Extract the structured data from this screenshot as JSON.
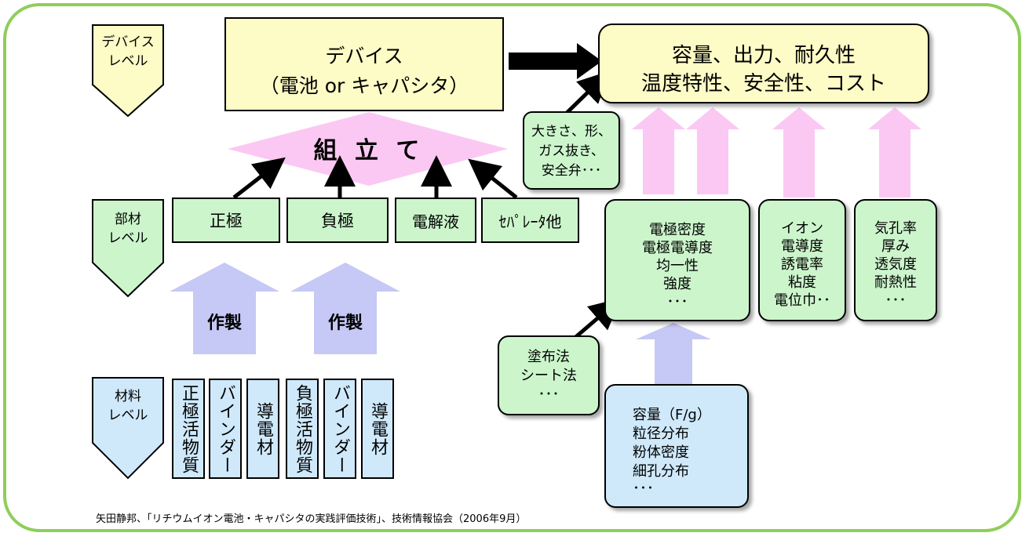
{
  "levels": {
    "device": "デバイス\nレベル",
    "member": "部材\nレベル",
    "material": "材料\nレベル"
  },
  "device_box": {
    "line1": "デバイス",
    "line2": "（電池 or キャパシタ）"
  },
  "properties_box": {
    "line1": "容量、出力、耐久性",
    "line2": "温度特性、安全性、コスト"
  },
  "assembly": "組 立 て",
  "cell_design": [
    "大きさ、形、",
    "ガス抜き、",
    "安全弁･･･"
  ],
  "components": [
    "正極",
    "負極",
    "電解液",
    "ｾﾊﾟﾚｰﾀ他"
  ],
  "fabrication_label": "作製",
  "materials": [
    "正極活物質",
    "バインダー",
    "導電材",
    "負極活物質",
    "バインダー",
    "導電材"
  ],
  "electrode_props": [
    "電極密度",
    "電極電導度",
    "均一性",
    "強度",
    "･･･"
  ],
  "electrolyte_props": [
    "イオン",
    "電導度",
    "誘電率",
    "粘度",
    "電位巾･･"
  ],
  "separator_props": [
    "気孔率",
    "厚み",
    "透気度",
    "耐熱性",
    "･･･"
  ],
  "coating_methods": [
    "塗布法",
    "シート法",
    "･･･"
  ],
  "powder_props": [
    "容量（F/g）",
    "粒径分布",
    "粉体密度",
    "細孔分布",
    "･･･"
  ],
  "citation": "矢田静邦、「リチウムイオン電池・キャパシタの実践評価技術」、技術情報協会（2006年9月）",
  "colors": {
    "frame": "#8fce5a",
    "green_box": "#ccf5cc",
    "blue_box": "#cfe9fb",
    "yellow_box": "#fdfbc6",
    "pink": "#fbc8f3",
    "lavender": "#c6c8f5"
  }
}
